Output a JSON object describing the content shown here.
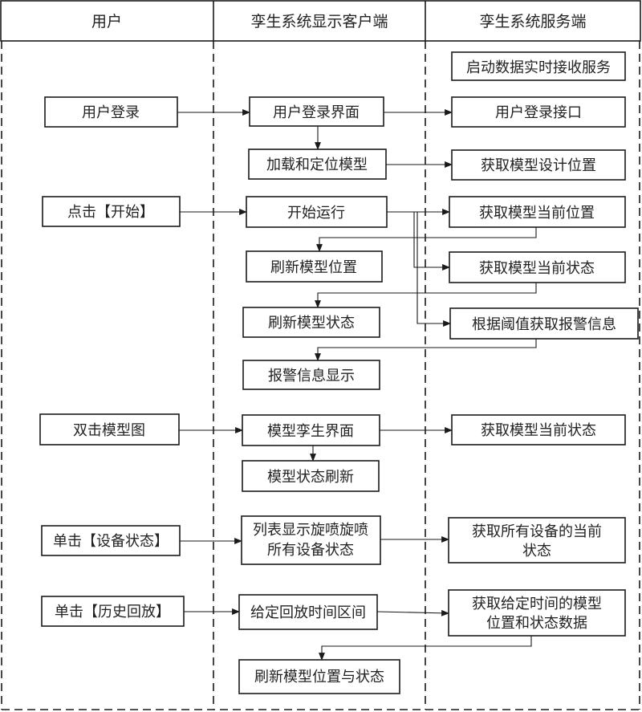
{
  "lanes": {
    "user": "用户",
    "client": "孪生系统显示客户端",
    "server": "孪生系统服务端"
  },
  "nodes": {
    "start_receive": "启动数据实时接收服务",
    "user_login": "用户登录",
    "login_ui": "用户登录界面",
    "login_api": "用户登录接口",
    "load_model": "加载和定位模型",
    "get_design_pos": "获取模型设计位置",
    "click_start": "点击【开始】",
    "start_run": "开始运行",
    "get_current_pos": "获取模型当前位置",
    "refresh_pos": "刷新模型位置",
    "get_current_state": "获取模型当前状态",
    "refresh_state": "刷新模型状态",
    "get_alarm": "根据阈值获取报警信息",
    "alarm_display": "报警信息显示",
    "double_click": "双击模型图",
    "twin_ui": "模型孪生界面",
    "get_current_state_2": "获取模型当前状态",
    "state_refresh": "模型状态刷新",
    "click_device": "单击【设备状态】",
    "list_display": [
      "列表显示旋喷旋喷",
      "所有设备状态"
    ],
    "get_all_devices": [
      "获取所有设备的当前",
      "状态"
    ],
    "click_history": "单击【历史回放】",
    "set_interval": "给定回放时间区间",
    "get_history": [
      "获取给定时间的模型",
      "位置和状态数据"
    ],
    "refresh_pos_state": "刷新模型位置与状态"
  }
}
